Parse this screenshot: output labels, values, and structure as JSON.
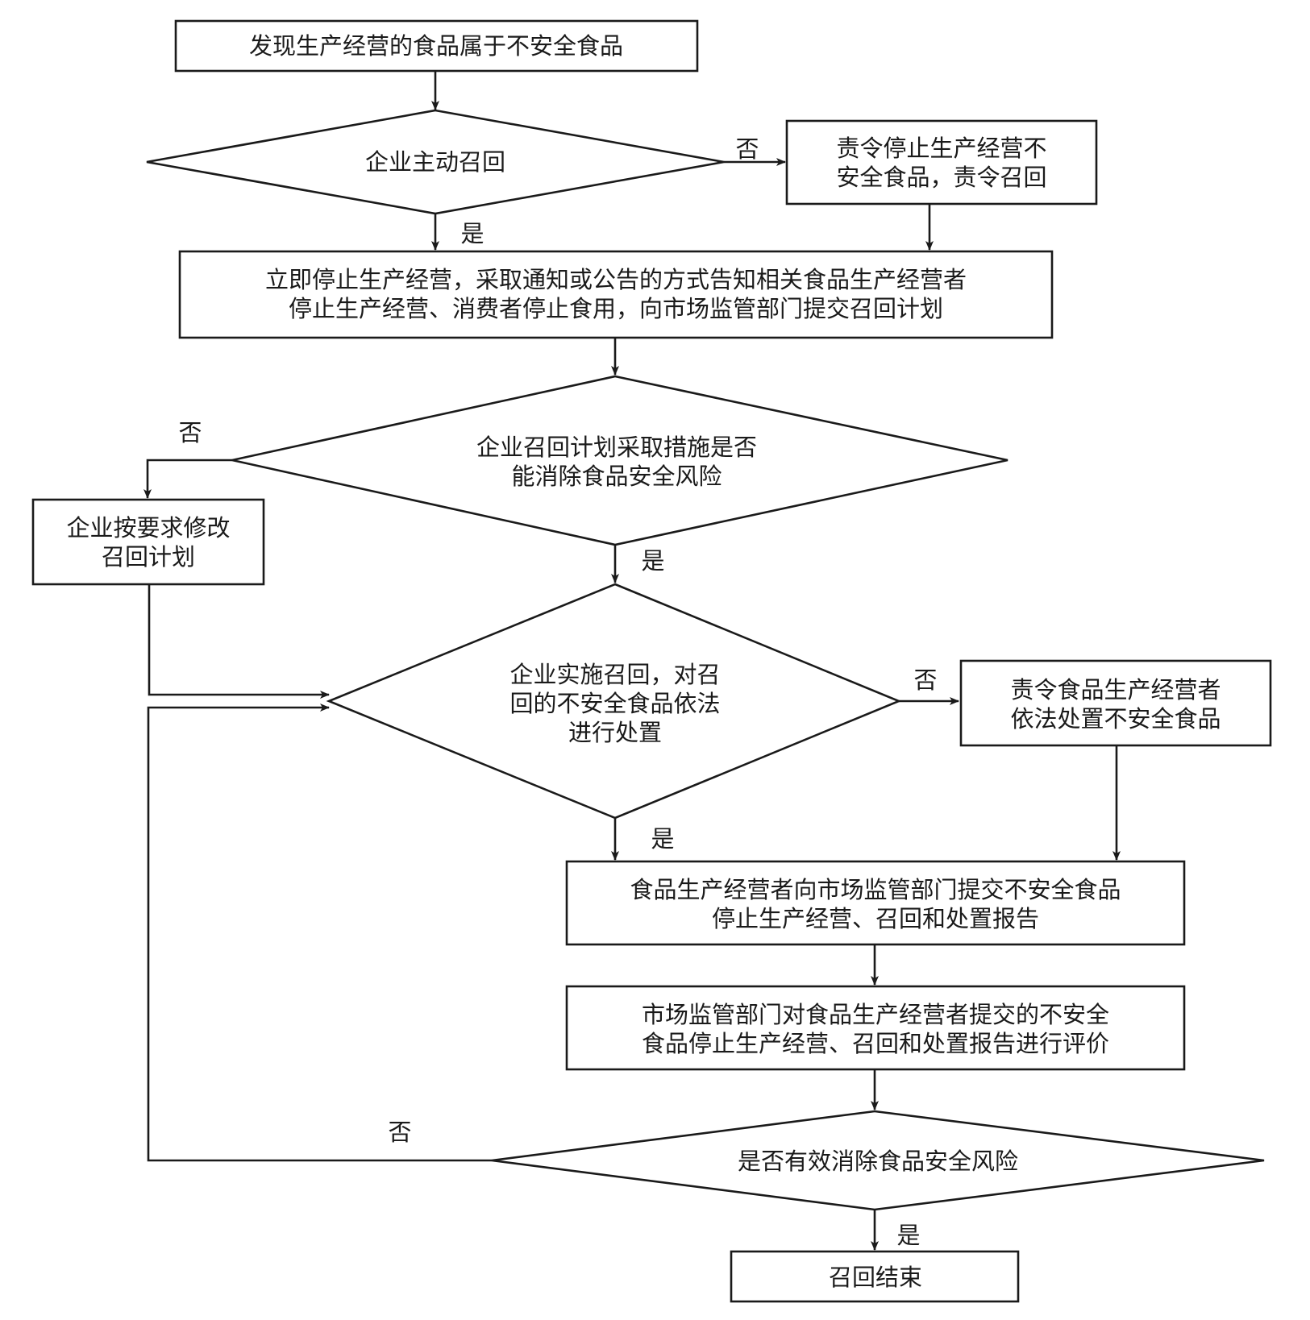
{
  "nodes": {
    "start": {
      "lines": [
        "发现生产经营的食品属于不安全食品"
      ]
    },
    "decision_active_recall": {
      "lines": [
        "企业主动召回"
      ]
    },
    "order_recall": {
      "lines": [
        "责令停止生产经营不",
        "安全食品，责令召回"
      ]
    },
    "stop_and_notify": {
      "lines": [
        "立即停止生产经营，采取通知或公告的方式告知相关食品生产经营者",
        "停止生产经营、消费者停止食用，向市场监管部门提交召回计划"
      ]
    },
    "decision_plan_effective": {
      "lines": [
        "企业召回计划采取措施是否",
        "能消除食品安全风险"
      ]
    },
    "modify_plan": {
      "lines": [
        "企业按要求修改",
        "召回计划"
      ]
    },
    "decision_implement": {
      "lines": [
        "企业实施召回，对召",
        "回的不安全食品依法",
        "进行处置"
      ]
    },
    "order_dispose": {
      "lines": [
        "责令食品生产经营者",
        "依法处置不安全食品"
      ]
    },
    "submit_report": {
      "lines": [
        "食品生产经营者向市场监管部门提交不安全食品",
        "停止生产经营、召回和处置报告"
      ]
    },
    "evaluate_report": {
      "lines": [
        "市场监管部门对食品生产经营者提交的不安全",
        "食品停止生产经营、召回和处置报告进行评价"
      ]
    },
    "decision_risk_eliminated": {
      "lines": [
        "是否有效消除食品安全风险"
      ]
    },
    "end": {
      "lines": [
        "召回结束"
      ]
    }
  },
  "edge_labels": {
    "active_recall_no": "否",
    "active_recall_yes": "是",
    "plan_effective_no": "否",
    "plan_effective_yes": "是",
    "implement_no": "否",
    "implement_yes": "是",
    "risk_eliminated_no": "否",
    "risk_eliminated_yes": "是"
  }
}
